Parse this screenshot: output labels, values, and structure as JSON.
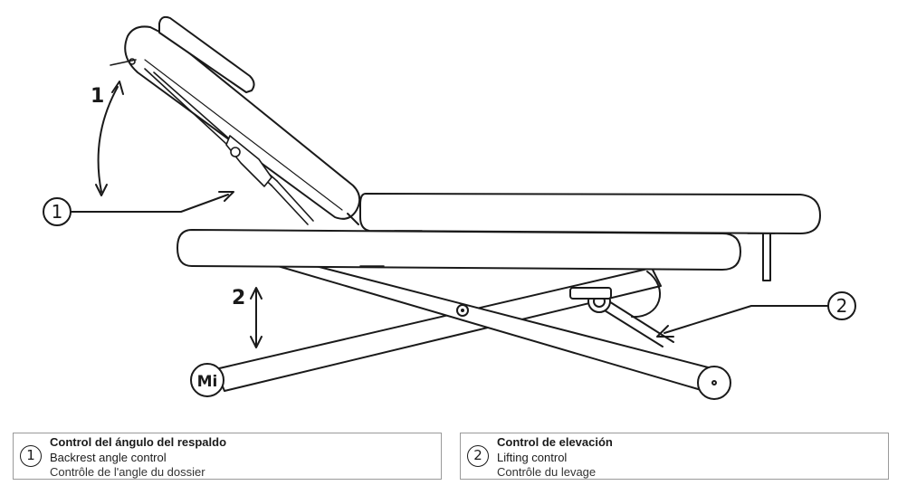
{
  "callouts": [
    {
      "number": "1",
      "es": "Control del ángulo del respaldo",
      "en": "Backrest angle control",
      "fr": "Contrôle de l'angle du dossier"
    },
    {
      "number": "2",
      "es": "Control de elevación",
      "en": "Lifting control",
      "fr": "Contrôle du levage"
    }
  ],
  "markers": {
    "angle_label": "1",
    "height_label": "2",
    "logo_text": "Mi"
  },
  "colors": {
    "line": "#1a1a1a",
    "legend_border": "#9a9a9a"
  }
}
